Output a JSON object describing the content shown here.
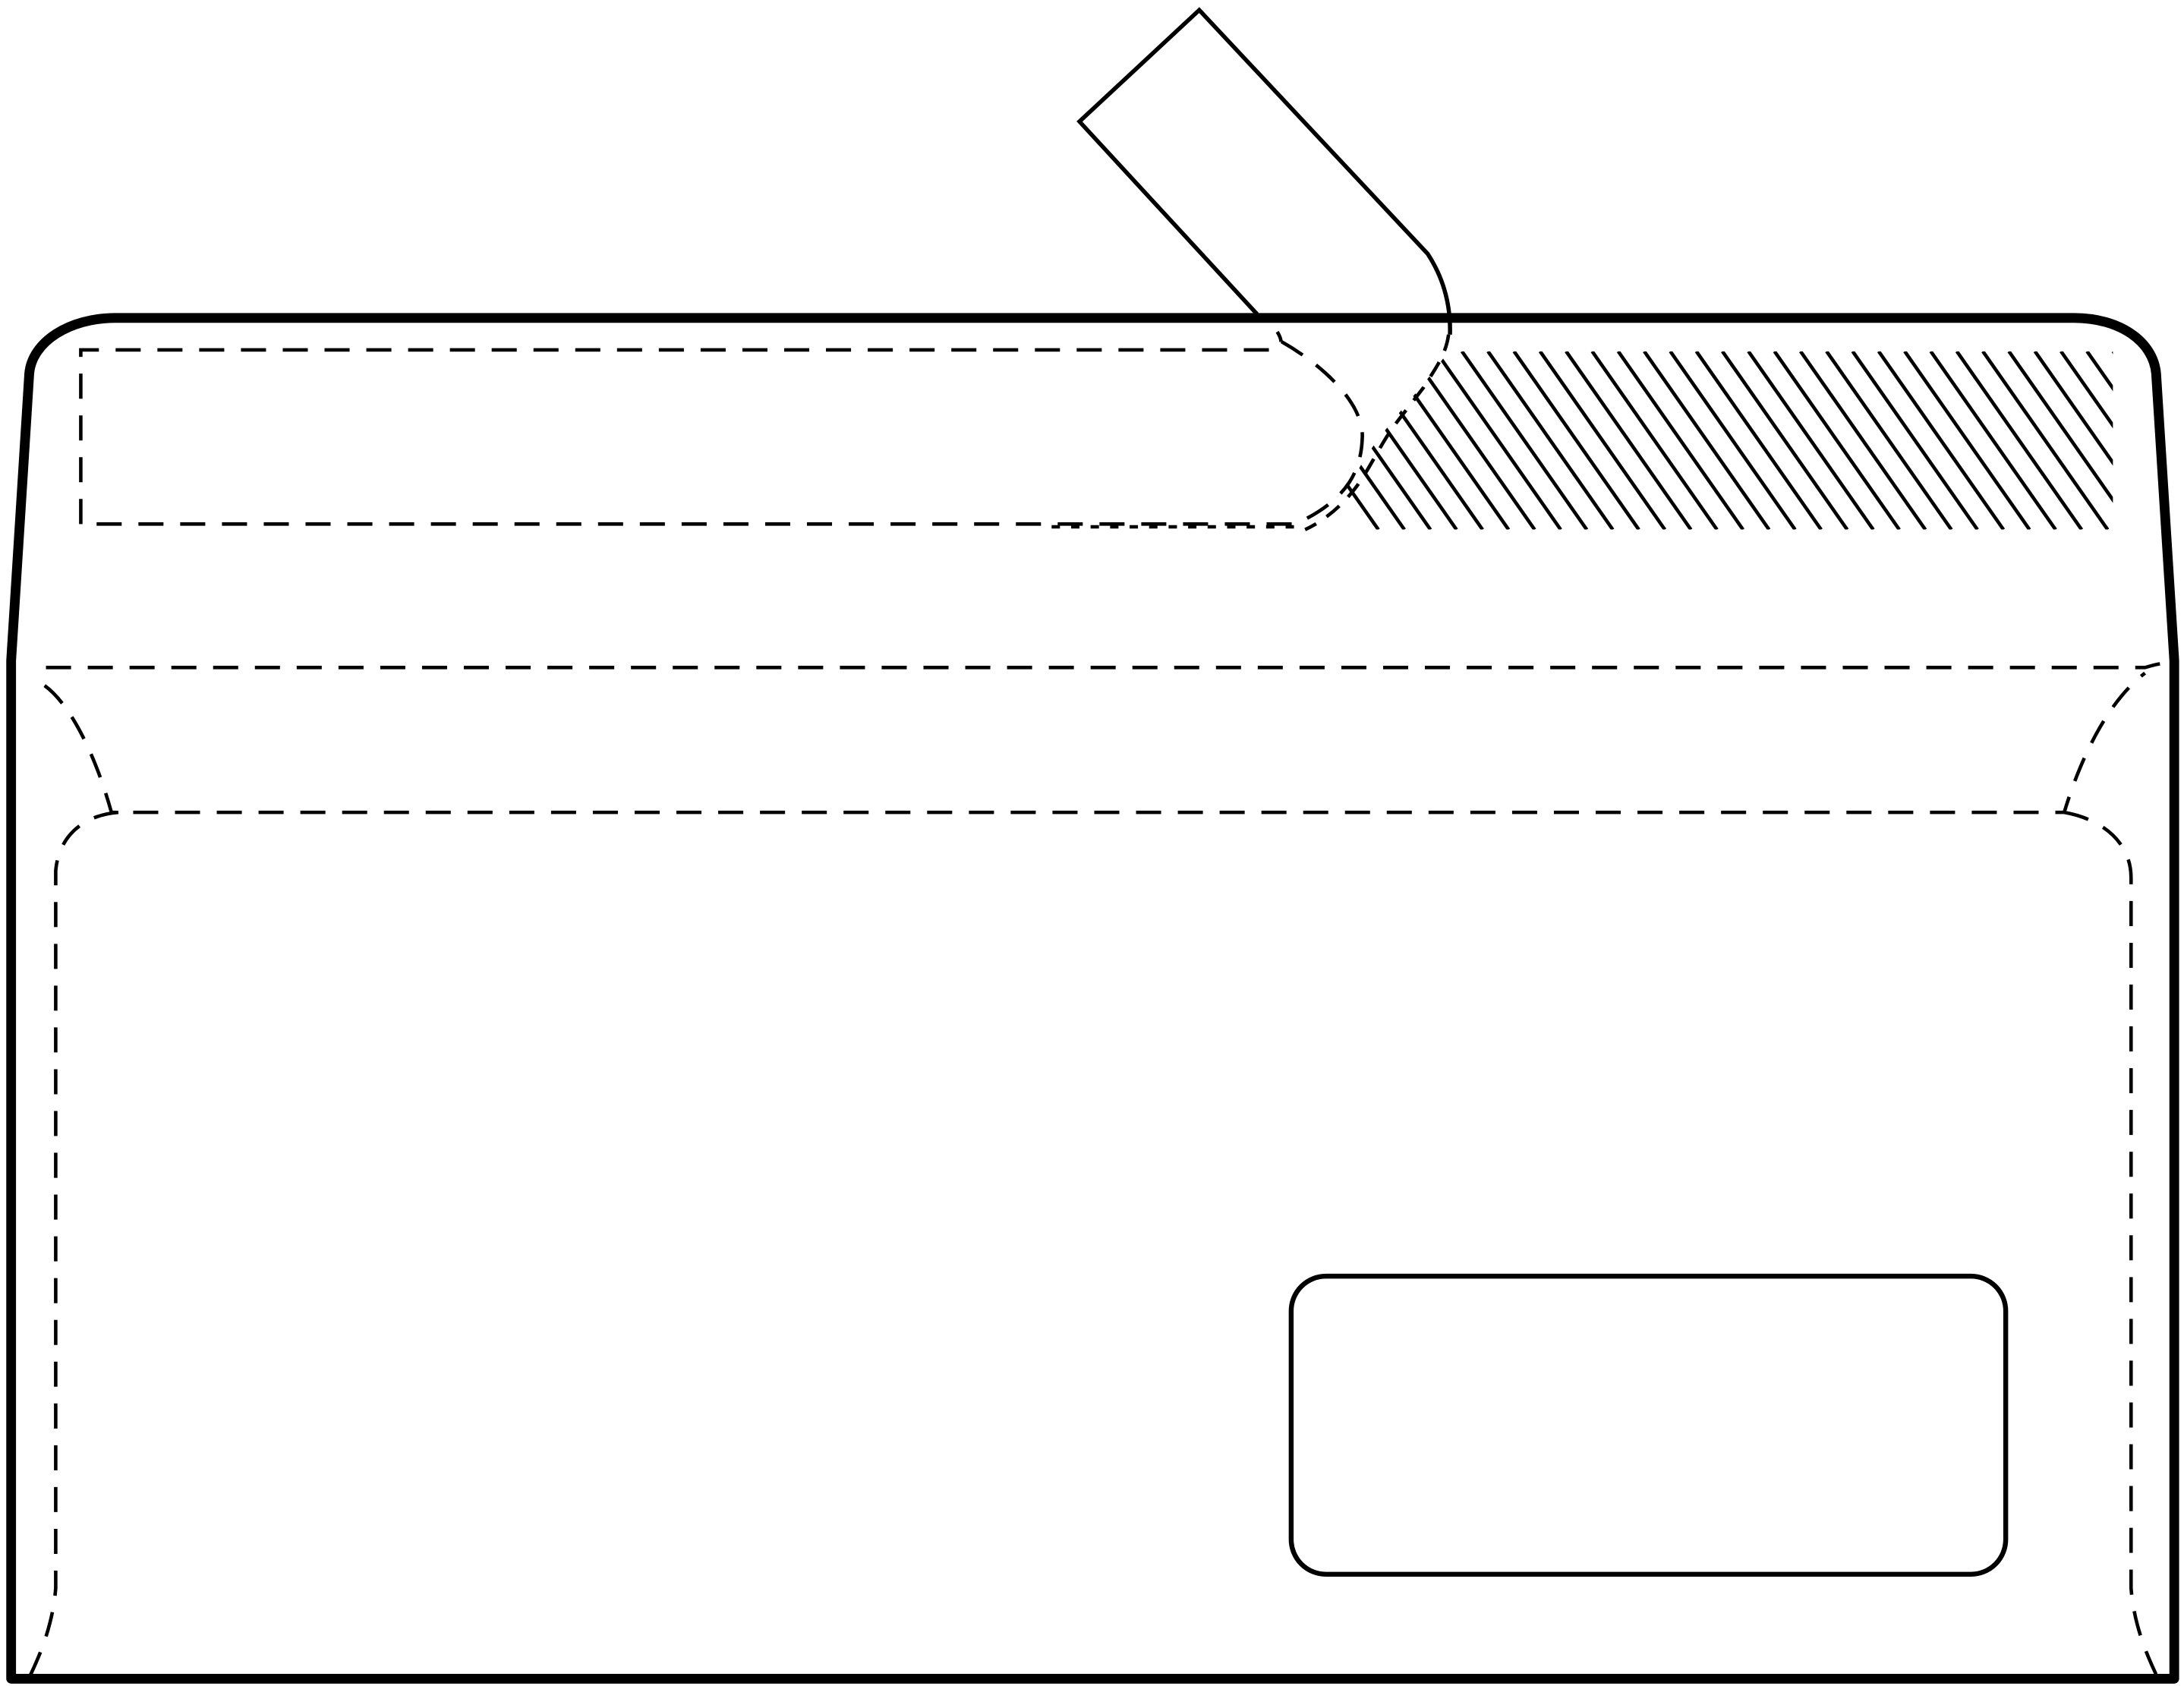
{
  "figure": {
    "subject": "window-envelope-peel-and-seal",
    "colors": {
      "stroke": "#000000",
      "background": "#ffffff"
    },
    "parts": [
      "envelope-outline",
      "sealing-flap",
      "release-strip",
      "adhesive-strip",
      "flap-fold-line",
      "inner-pocket",
      "address-window"
    ]
  }
}
